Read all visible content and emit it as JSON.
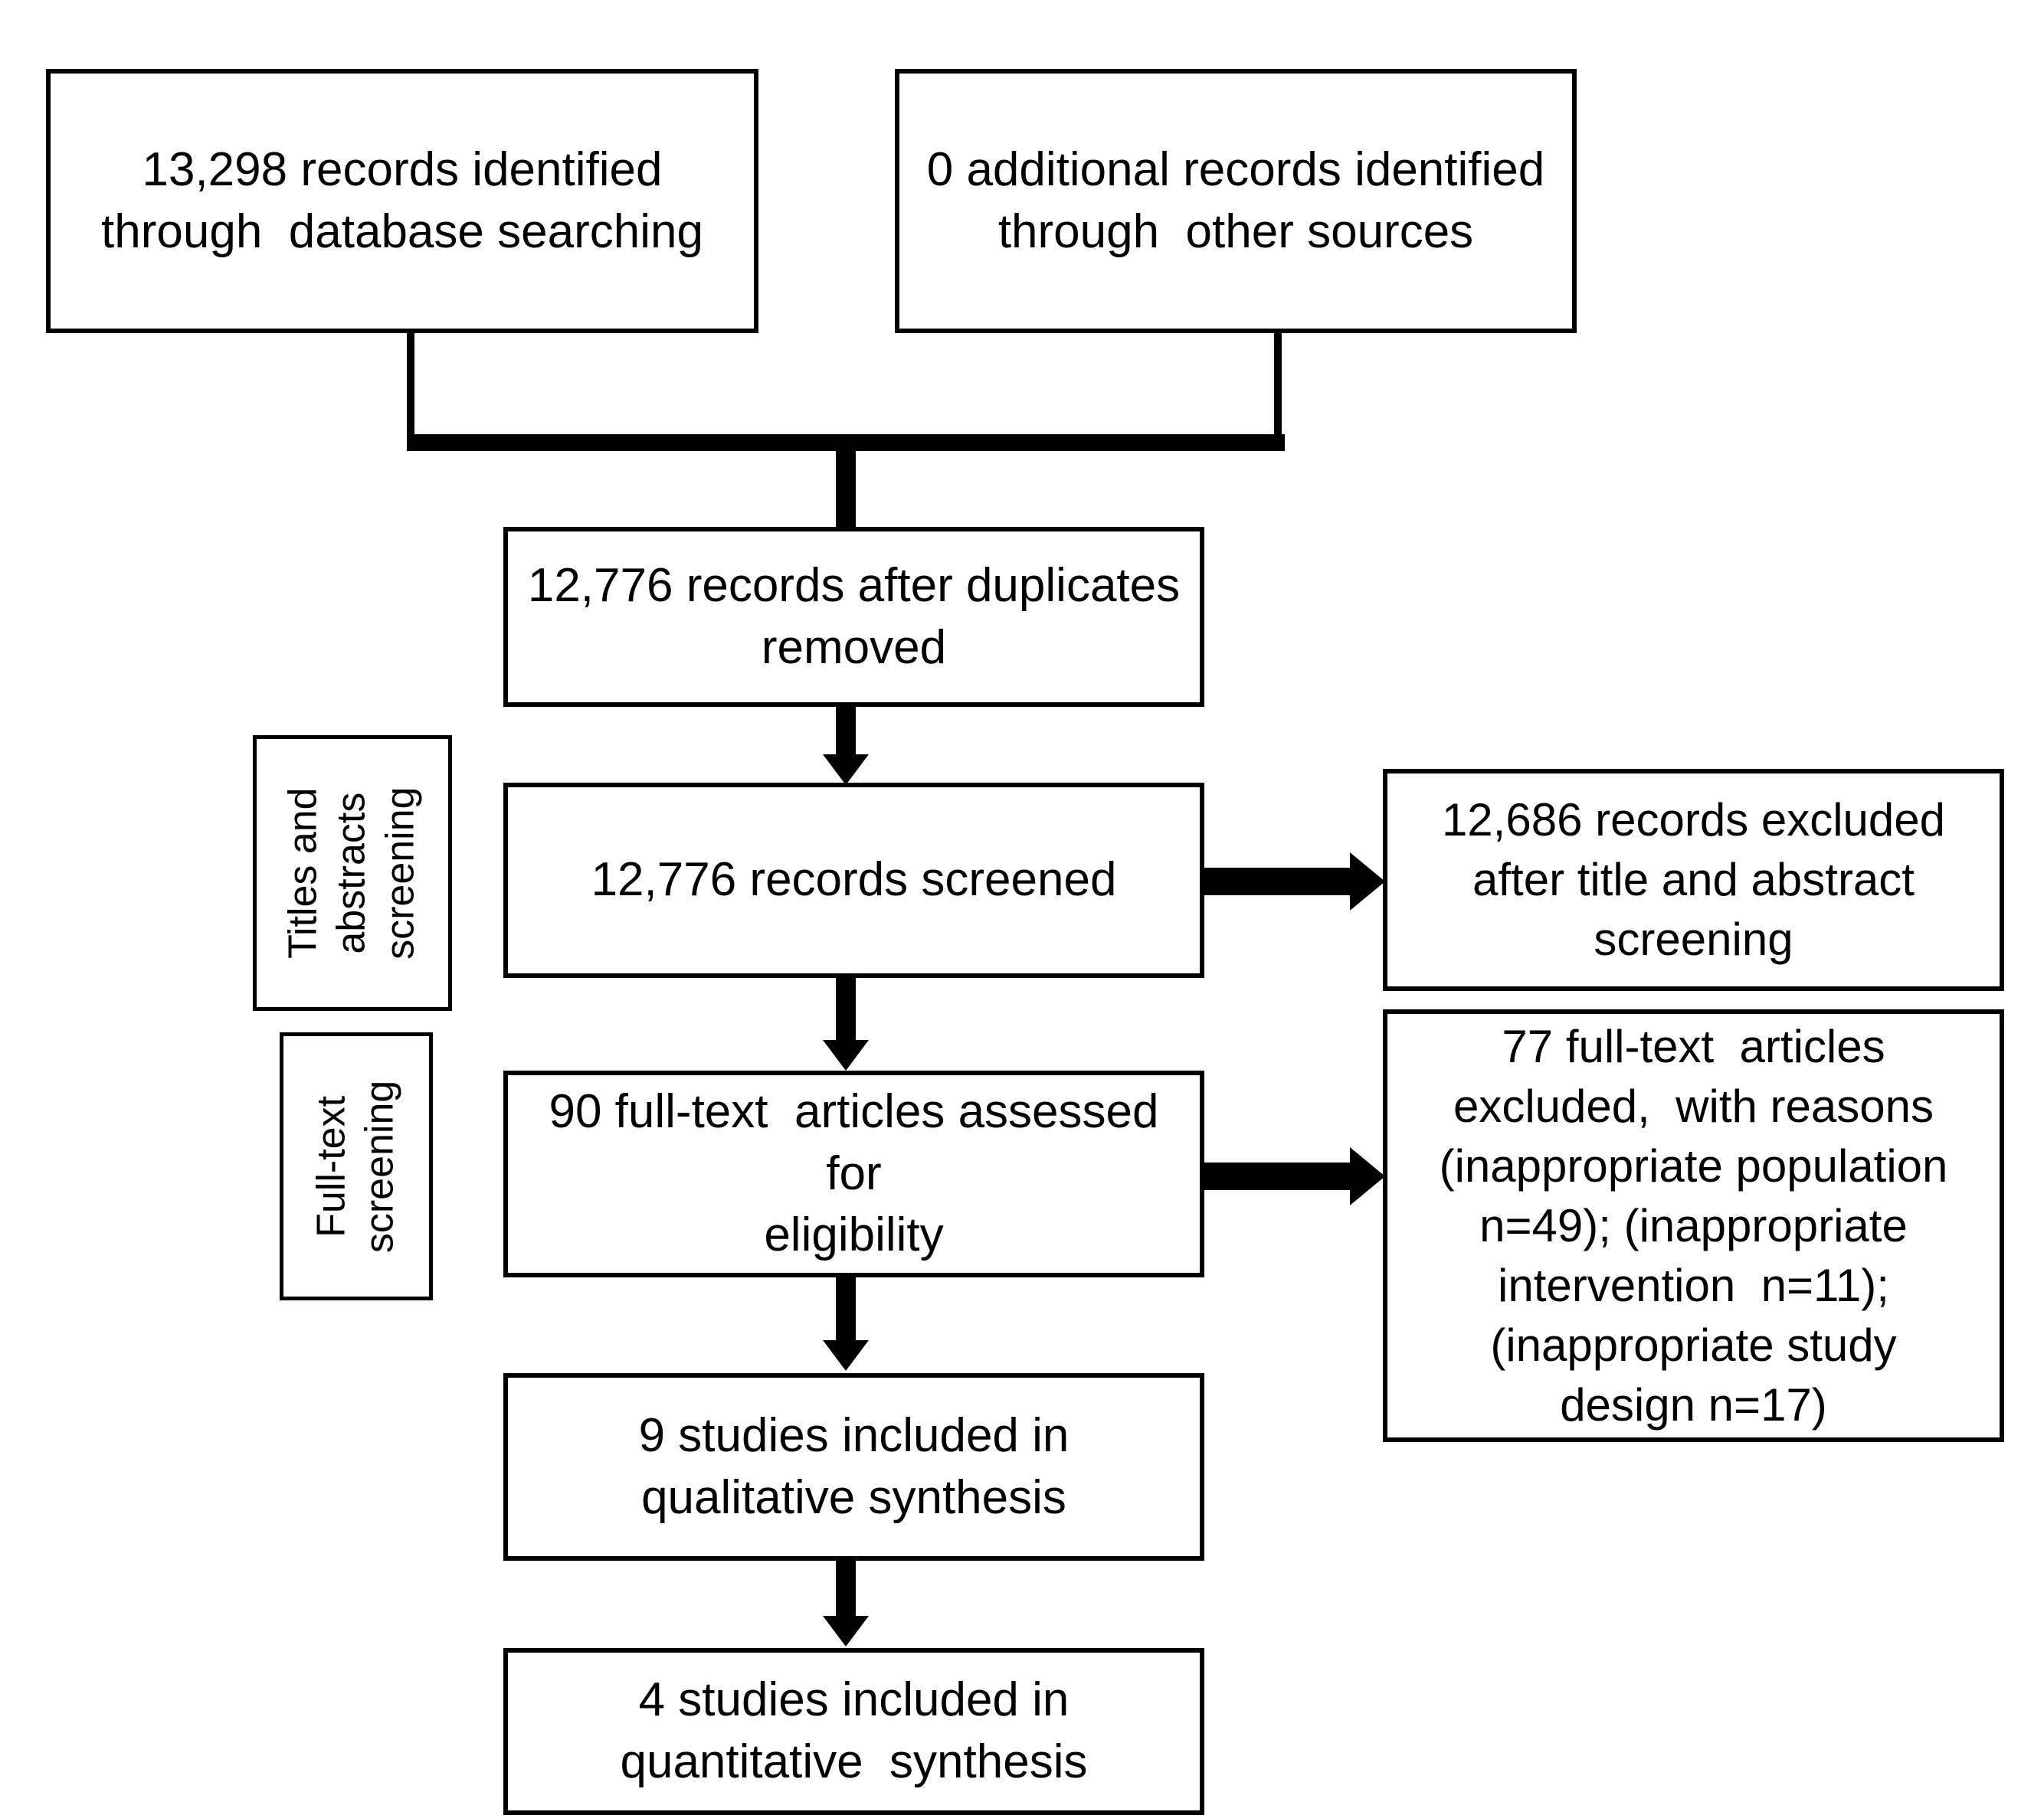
{
  "diagram": {
    "title": "PRISMA study selection flow diagram",
    "type": "flowchart",
    "accent_color": "#000000",
    "background_color": "#ffffff"
  },
  "boxes": {
    "identification_database": {
      "text": "13,298 records identified\nthrough  database searching",
      "count": "13,298",
      "stage": "identification"
    },
    "identification_other": {
      "text": "0 additional records identified\nthrough  other sources",
      "count": "0",
      "stage": "identification"
    },
    "duplicates_removed": {
      "text": "12,776 records after duplicates\nremoved",
      "count": "12,776",
      "stage": "screening"
    },
    "records_screened": {
      "text": "12,776 records screened",
      "count": "12,776",
      "stage": "screening"
    },
    "records_excluded": {
      "text": "12,686 records excluded\nafter title and abstract\nscreening",
      "count": "12,686",
      "stage": "screening"
    },
    "fulltext_assessed": {
      "text": "90 full-text  articles assessed for\neligibility",
      "count": "90",
      "stage": "eligibility"
    },
    "fulltext_excluded": {
      "text": "77 full-text  articles\nexcluded,  with reasons\n(inappropriate population\nn=49); (inappropriate\nintervention  n=11);\n(inappropriate study\ndesign n=17)",
      "count": "77",
      "reasons": [
        {
          "label": "inappropriate population",
          "n": "49"
        },
        {
          "label": "inappropriate intervention",
          "n": "11"
        },
        {
          "label": "inappropriate study design",
          "n": "17"
        }
      ],
      "stage": "eligibility"
    },
    "qualitative_synthesis": {
      "text": "9 studies included in\nqualitative synthesis",
      "count": "9",
      "stage": "included"
    },
    "quantitative_synthesis": {
      "text": "4 studies included in\nquantitative  synthesis",
      "count": "4",
      "stage": "included"
    }
  },
  "side_labels": {
    "titles_abstracts": "Titles and\nabstracts\nscreening",
    "full_text": "Full-text\nscreening"
  }
}
